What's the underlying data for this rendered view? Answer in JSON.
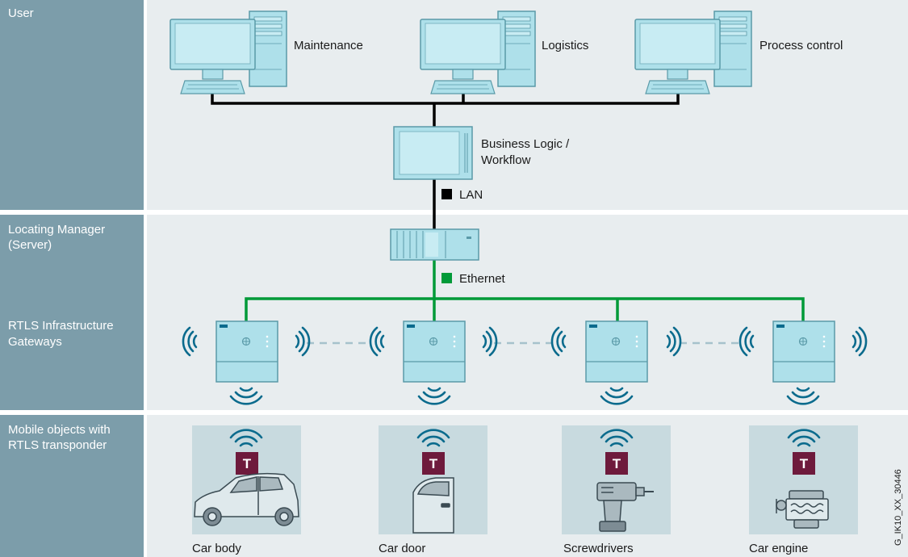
{
  "sidebar": {
    "user": "User",
    "locating_manager": [
      "Locating Manager",
      "(Server)"
    ],
    "rtls_infrastructure": [
      "RTLS Infrastructure",
      "Gateways"
    ],
    "mobile_objects": [
      "Mobile objects with",
      "RTLS transponder"
    ]
  },
  "clients": {
    "maintenance": "Maintenance",
    "logistics": "Logistics",
    "process_control": "Process control"
  },
  "business_logic": [
    "Business Logic /",
    "Workflow"
  ],
  "legend": {
    "lan": {
      "label": "LAN",
      "color": "#000000"
    },
    "ethernet": {
      "label": "Ethernet",
      "color": "#009a38"
    }
  },
  "transponder_letter": "T",
  "objects": {
    "car_body": "Car body",
    "car_door": "Car door",
    "screwdrivers": "Screwdrivers",
    "car_engine": "Car engine"
  },
  "image_code": "G_IK10_XX_30446",
  "colors": {
    "sidebar": "#7c9daa",
    "band": "#e8edef",
    "device_fill": "#aee0ea",
    "device_stroke": "#5a9aa8",
    "transponder": "#6e1a3c",
    "wave": "#0b6b8d",
    "object_bg": "#c8dadf"
  }
}
